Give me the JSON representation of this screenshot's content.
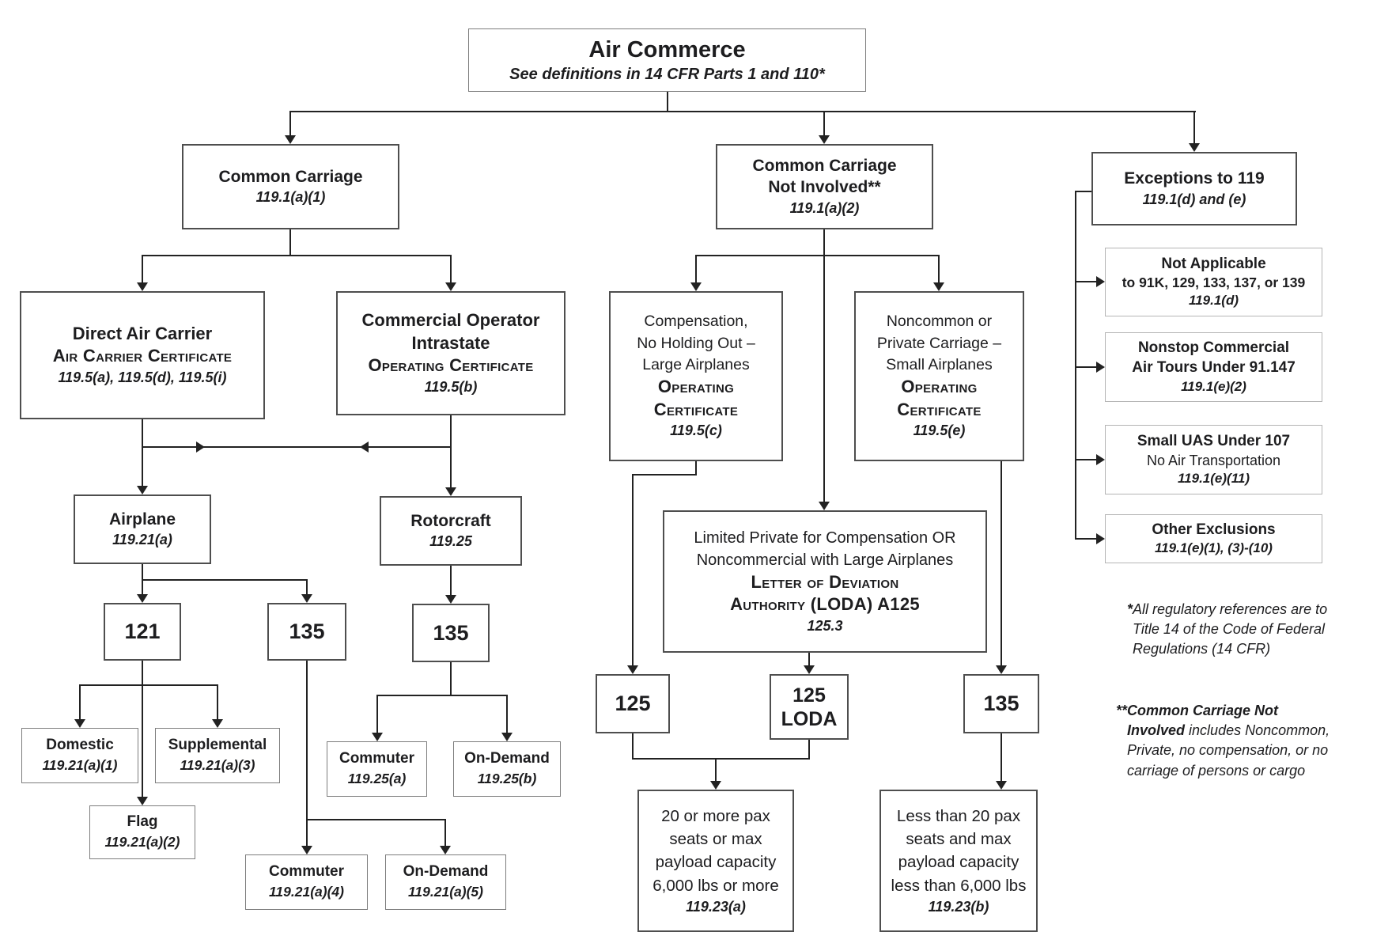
{
  "root": {
    "title": "Air Commerce",
    "subtitle": "See definitions in 14 CFR Parts 1 and 110*"
  },
  "level1": {
    "common_carriage": {
      "title": "Common Carriage",
      "ref": "119.1(a)(1)"
    },
    "cc_not_involved": {
      "title_line1": "Common Carriage",
      "title_line2": "Not Involved**",
      "ref": "119.1(a)(2)"
    },
    "exceptions": {
      "title": "Exceptions to 119",
      "ref": "119.1(d) and (e)"
    }
  },
  "certificates": {
    "direct_air_carrier": {
      "title": "Direct Air Carrier",
      "cert": "Air Carrier Certificate",
      "ref": "119.5(a), 119.5(d), 119.5(i)"
    },
    "commercial_operator": {
      "title_line1": "Commercial Operator",
      "title_line2": "Intrastate",
      "cert": "Operating Certificate",
      "ref": "119.5(b)"
    },
    "compensation_no_holding_out": {
      "desc_line1": "Compensation,",
      "desc_line2": "No Holding Out –",
      "desc_line3": "Large Airplanes",
      "cert_line1": "Operating",
      "cert_line2": "Certificate",
      "ref": "119.5(c)"
    },
    "noncommon_private": {
      "desc_line1": "Noncommon or",
      "desc_line2": "Private Carriage –",
      "desc_line3": "Small Airplanes",
      "cert_line1": "Operating",
      "cert_line2": "Certificate",
      "ref": "119.5(e)"
    },
    "loda": {
      "desc_line1": "Limited Private for Compensation OR",
      "desc_line2": "Noncommercial with Large Airplanes",
      "cert_line1": "Letter of Deviation",
      "cert_line2": "Authority (LODA) A125",
      "ref": "125.3"
    }
  },
  "aircraft": {
    "airplane": {
      "title": "Airplane",
      "ref": "119.21(a)"
    },
    "rotorcraft": {
      "title": "Rotorcraft",
      "ref": "119.25"
    }
  },
  "parts": {
    "part_121": "121",
    "part_135_airplane": "135",
    "part_135_rotorcraft": "135",
    "part_125": "125",
    "part_125_loda_line1": "125",
    "part_125_loda_line2": "LODA",
    "part_135_noncommon": "135"
  },
  "operations": {
    "domestic": {
      "title": "Domestic",
      "ref": "119.21(a)(1)"
    },
    "supplemental": {
      "title": "Supplemental",
      "ref": "119.21(a)(3)"
    },
    "flag": {
      "title": "Flag",
      "ref": "119.21(a)(2)"
    },
    "commuter_airplane": {
      "title": "Commuter",
      "ref": "119.21(a)(4)"
    },
    "on_demand_airplane": {
      "title": "On-Demand",
      "ref": "119.21(a)(5)"
    },
    "commuter_rotorcraft": {
      "title": "Commuter",
      "ref": "119.25(a)"
    },
    "on_demand_rotorcraft": {
      "title": "On-Demand",
      "ref": "119.25(b)"
    }
  },
  "size_rules": {
    "pax_20_or_more": {
      "line1": "20 or more pax",
      "line2": "seats or max",
      "line3": "payload capacity",
      "line4": "6,000 lbs or more",
      "ref": "119.23(a)"
    },
    "pax_less_than_20": {
      "line1": "Less than 20 pax",
      "line2": "seats and max",
      "line3": "payload capacity",
      "line4": "less than 6,000 lbs",
      "ref": "119.23(b)"
    }
  },
  "exception_items": {
    "not_applicable": {
      "title": "Not Applicable",
      "detail": "to 91K, 129, 133, 137, or 139",
      "ref": "119.1(d)"
    },
    "nonstop_air_tours": {
      "title_line1": "Nonstop Commercial",
      "title_line2": "Air Tours Under 91.147",
      "ref": "119.1(e)(2)"
    },
    "small_uas": {
      "title": "Small UAS Under 107",
      "detail": "No Air Transportation",
      "ref": "119.1(e)(11)"
    },
    "other_exclusions": {
      "title": "Other Exclusions",
      "ref": "119.1(e)(1), (3)-(10)"
    }
  },
  "footnotes": {
    "first_marker": "*",
    "first_text": "All regulatory references are to Title 14 of the Code of Federal Regulations (14 CFR)",
    "second_marker": "**",
    "second_lead": "Common Carriage Not Involved",
    "second_text": " includes Noncommon, Private, no compensation, or no carriage of persons or cargo"
  }
}
